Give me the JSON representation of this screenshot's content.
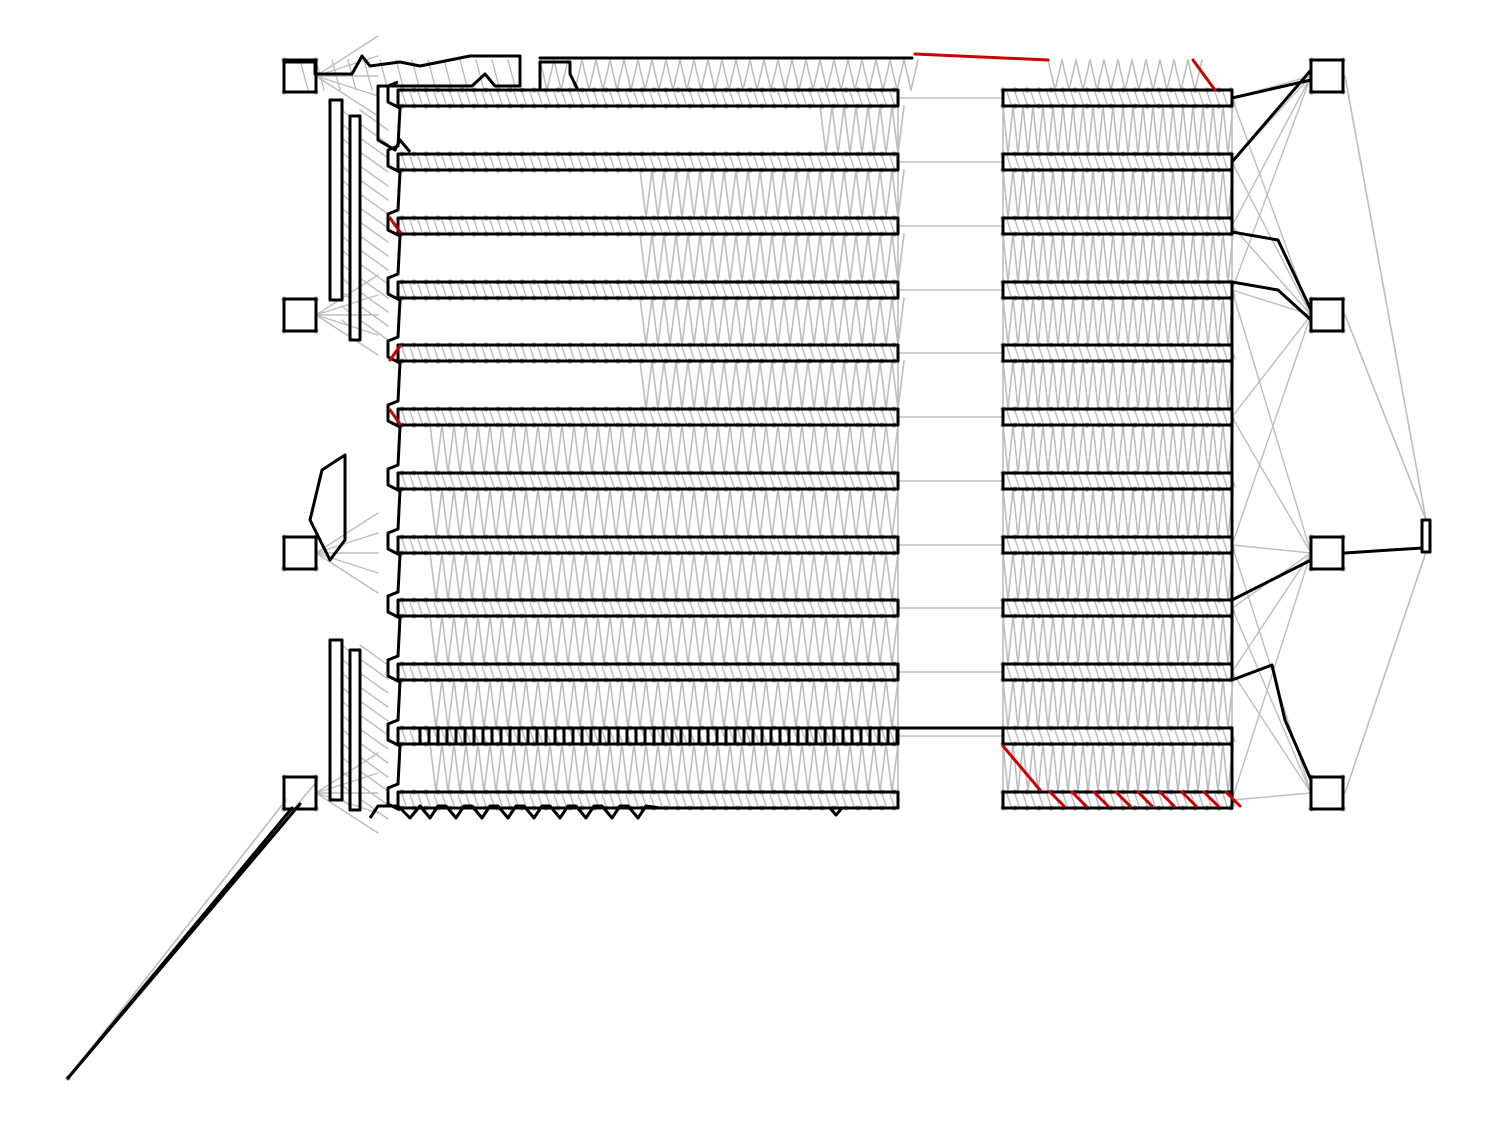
{
  "diagram": {
    "type": "triangulated-mesh-outline",
    "colors": {
      "background": "#ffffff",
      "mesh_edge": "#bdbdbd",
      "vertex": "#a8a8a8",
      "boundary": "#000000",
      "highlight_edge": "#cc0000"
    },
    "left_block_strips": 12,
    "right_block_strips": 12,
    "side_pads": 8
  }
}
